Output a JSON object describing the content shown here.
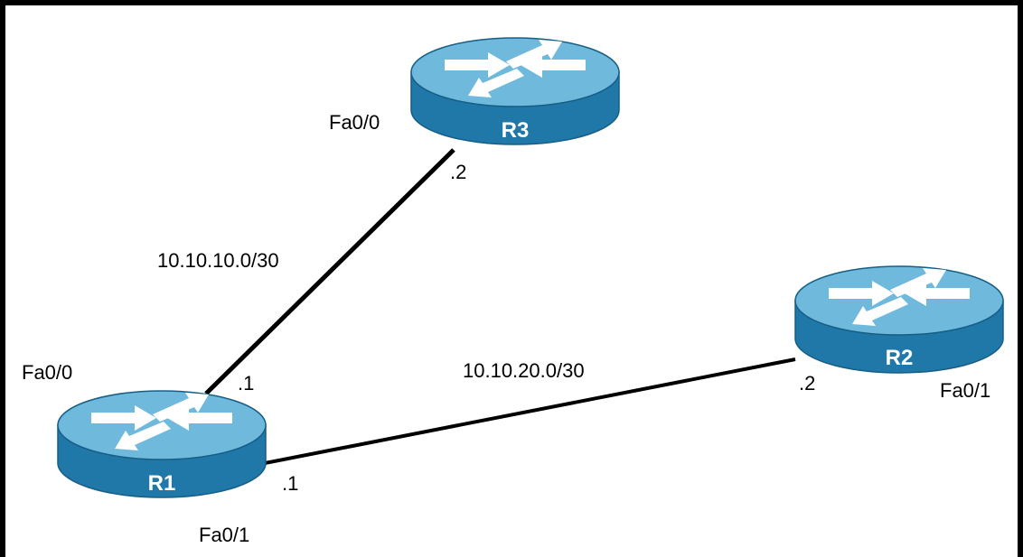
{
  "colors": {
    "router_top": "#6fb9dd",
    "router_body": "#1f78a8",
    "router_edge": "#165e86",
    "arrow": "#ffffff",
    "link": "#000000",
    "border": "#000000"
  },
  "routers": {
    "r1": {
      "name": "R1",
      "icon": "router-icon"
    },
    "r2": {
      "name": "R2",
      "icon": "router-icon"
    },
    "r3": {
      "name": "R3",
      "icon": "router-icon"
    }
  },
  "links": {
    "r1_r3": {
      "network": "10.10.10.0/30",
      "r1_if": "Fa0/0",
      "r1_host": ".1",
      "r3_if": "Fa0/0",
      "r3_host": ".2"
    },
    "r1_r2": {
      "network": "10.10.20.0/30",
      "r1_if": "Fa0/1",
      "r1_host": ".1",
      "r2_if": "Fa0/1",
      "r2_host": ".2"
    }
  }
}
